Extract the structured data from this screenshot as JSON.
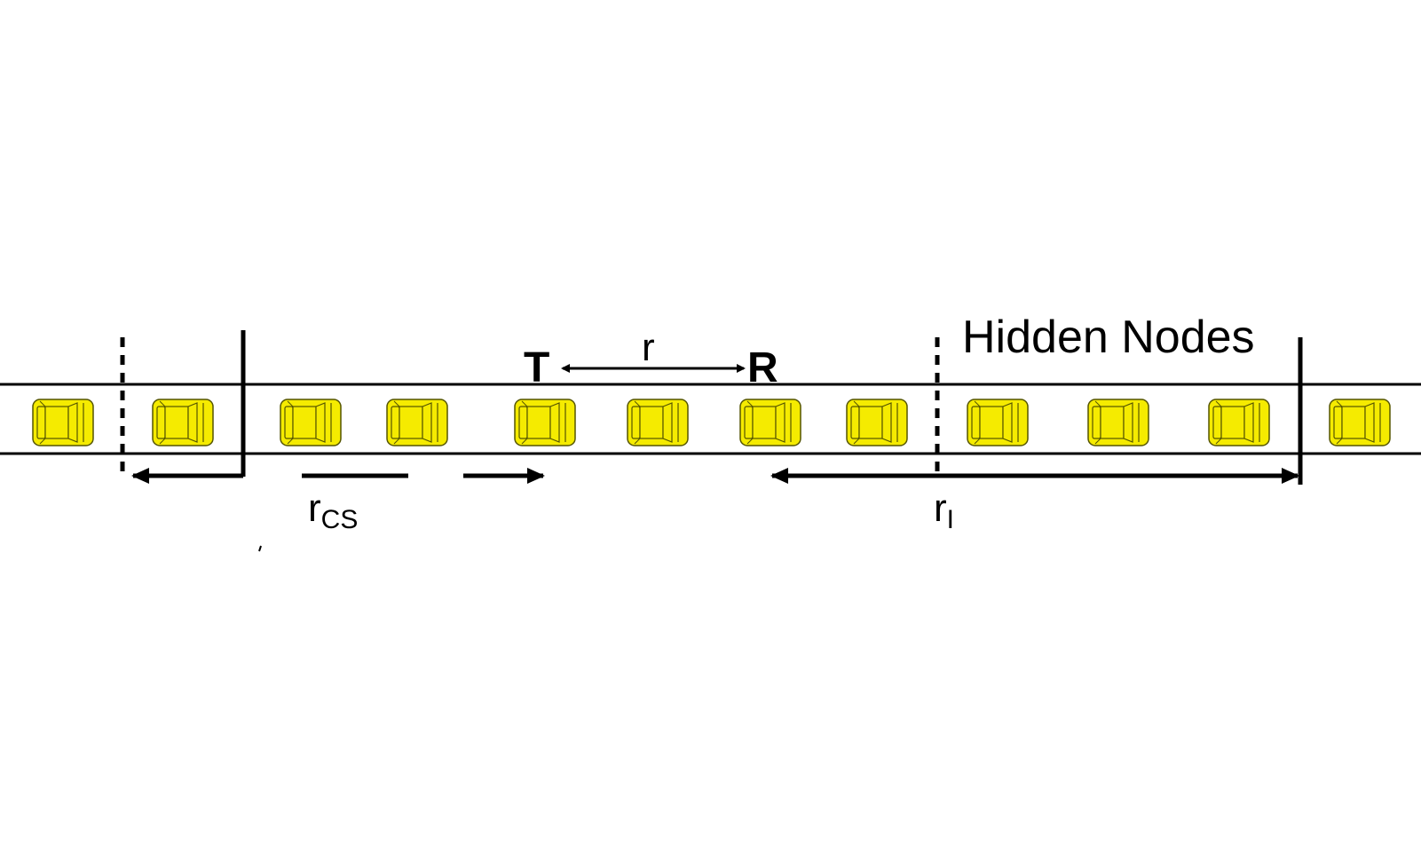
{
  "labels": {
    "transmitter": "T",
    "receiver": "R",
    "range": "r",
    "hidden_nodes": "Hidden Nodes",
    "cs_range_base": "r",
    "cs_range_sub": "CS",
    "interference_range_base": "r",
    "interference_range_sub": "I"
  },
  "vehicles": {
    "count": 12,
    "body_color": "#f5eb00",
    "outline_color": "#555500"
  },
  "colors": {
    "line": "#000000",
    "background": "#ffffff"
  }
}
